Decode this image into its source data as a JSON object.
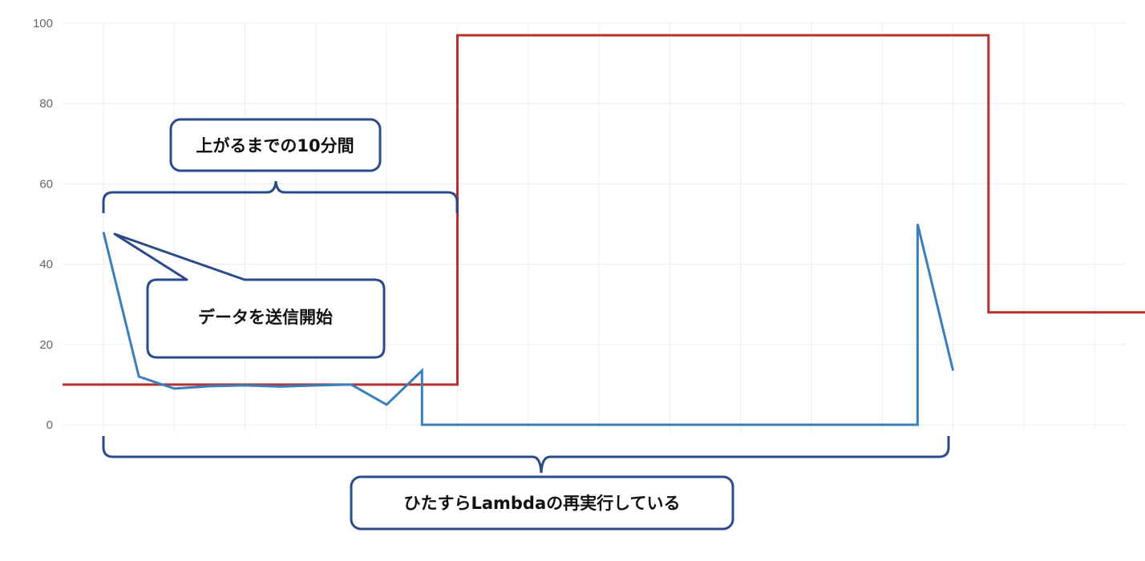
{
  "chart_data": {
    "type": "line",
    "ylim": [
      0,
      100
    ],
    "y_ticks": [
      0,
      20,
      40,
      60,
      80,
      100
    ],
    "grid": true,
    "colors": {
      "grid": "#ebebeb",
      "axis_text": "#666666",
      "annotation": "#2b4a8a"
    },
    "series": [
      {
        "color": "#b5312f",
        "step": true,
        "points": [
          [
            0,
            10
          ],
          [
            10,
            10
          ],
          [
            10,
            97
          ],
          [
            25,
            97
          ],
          [
            25,
            28
          ],
          [
            29.7,
            28
          ]
        ]
      },
      {
        "color": "#3a7fbd",
        "step": false,
        "points": [
          [
            0,
            48
          ],
          [
            1,
            12
          ],
          [
            2,
            9
          ],
          [
            3,
            9.6
          ],
          [
            4,
            9.8
          ],
          [
            5,
            9.5
          ],
          [
            6,
            9.8
          ],
          [
            7,
            10
          ],
          [
            8,
            5
          ],
          [
            9,
            13.5
          ],
          [
            9,
            0
          ],
          [
            23,
            0
          ],
          [
            23,
            50
          ],
          [
            24,
            13.5
          ]
        ]
      }
    ],
    "annotations": {
      "upper_callout": "上がるまでの10分間",
      "start_callout": "データを送信開始",
      "bottom_callout": "ひたすらLambdaの再実行している"
    }
  }
}
